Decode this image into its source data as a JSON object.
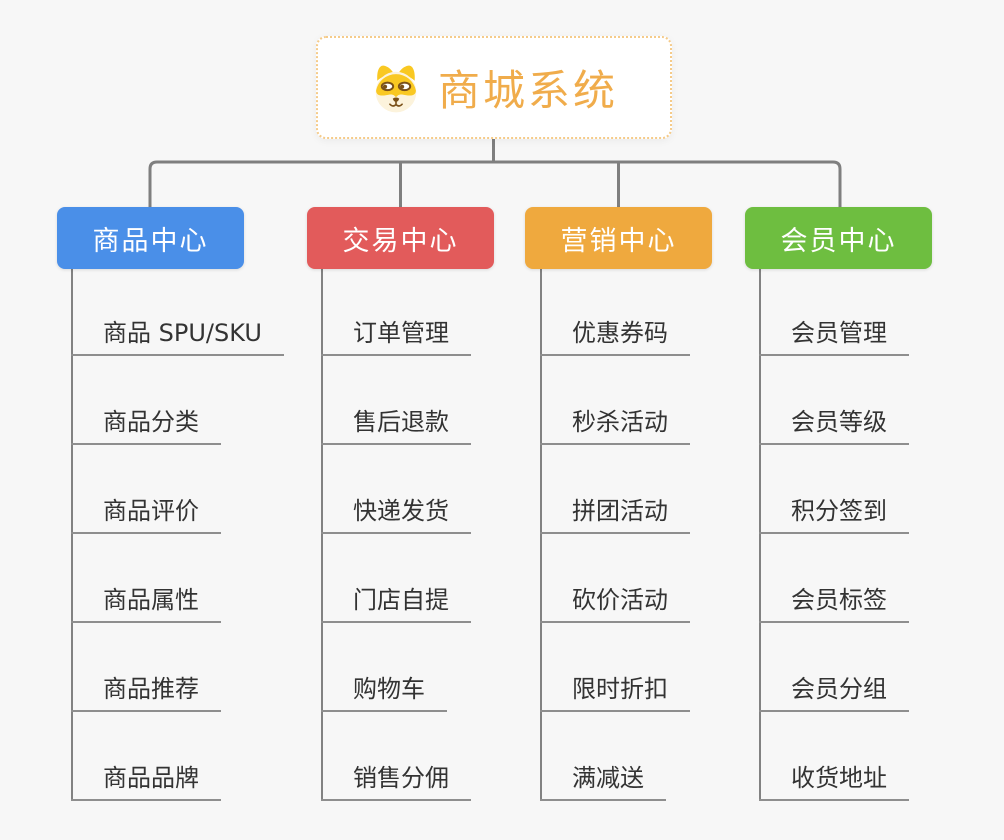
{
  "root": {
    "title": "商城系统",
    "icon": "shiba-dog-face-icon"
  },
  "palette": {
    "background": "#F7F7F7",
    "connector_gray": "#7F7F7F",
    "leaf_underline": "#8E8E8E",
    "leaf_text": "#333333",
    "root_border": "#F5CB8A",
    "root_title": "#F0AC4B",
    "icon_yellow": "#F9C822",
    "icon_cream": "#FCF3DC",
    "icon_brown": "#7A5018"
  },
  "branches": [
    {
      "label": "商品中心",
      "color": "#4A8FE8",
      "items": [
        "商品 SPU/SKU",
        "商品分类",
        "商品评价",
        "商品属性",
        "商品推荐",
        "商品品牌"
      ]
    },
    {
      "label": "交易中心",
      "color": "#E25B5B",
      "items": [
        "订单管理",
        "售后退款",
        "快递发货",
        "门店自提",
        "购物车",
        "销售分佣"
      ]
    },
    {
      "label": "营销中心",
      "color": "#EFA93E",
      "items": [
        "优惠券码",
        "秒杀活动",
        "拼团活动",
        "砍价活动",
        "限时折扣",
        "满减送"
      ]
    },
    {
      "label": "会员中心",
      "color": "#6EBE40",
      "items": [
        "会员管理",
        "会员等级",
        "积分签到",
        "会员标签",
        "会员分组",
        "收货地址"
      ]
    }
  ]
}
